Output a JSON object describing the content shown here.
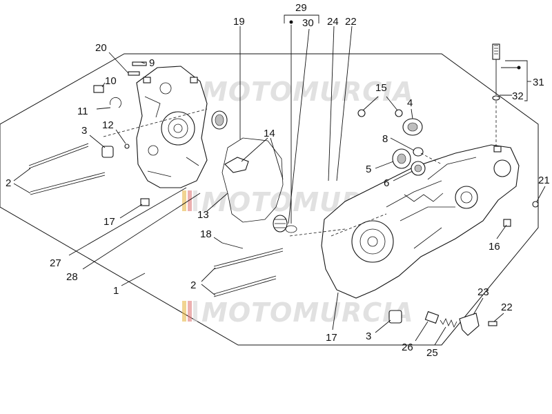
{
  "watermark": {
    "text": "MOTOMURCIA",
    "stripe_colors": [
      "#e8b84a",
      "#e07b7b",
      "#d6d6d6"
    ]
  },
  "callouts": {
    "c29": "29",
    "c30": "30",
    "c19": "19",
    "c24": "24",
    "c22a": "22",
    "c20": "20",
    "c9": "9",
    "c10": "10",
    "c11": "11",
    "c12": "12",
    "c3a": "3",
    "c2a": "2",
    "c17a": "17",
    "c27": "27",
    "c28": "28",
    "c1": "1",
    "c13": "13",
    "c14": "14",
    "c18": "18",
    "c2b": "2",
    "c15": "15",
    "c4": "4",
    "c8": "8",
    "c5": "5",
    "c6": "6",
    "c31": "31",
    "c32": "32",
    "c21": "21",
    "c16": "16",
    "c17b": "17",
    "c3b": "3",
    "c26": "26",
    "c25": "25",
    "c23": "23",
    "c22b": "22"
  }
}
